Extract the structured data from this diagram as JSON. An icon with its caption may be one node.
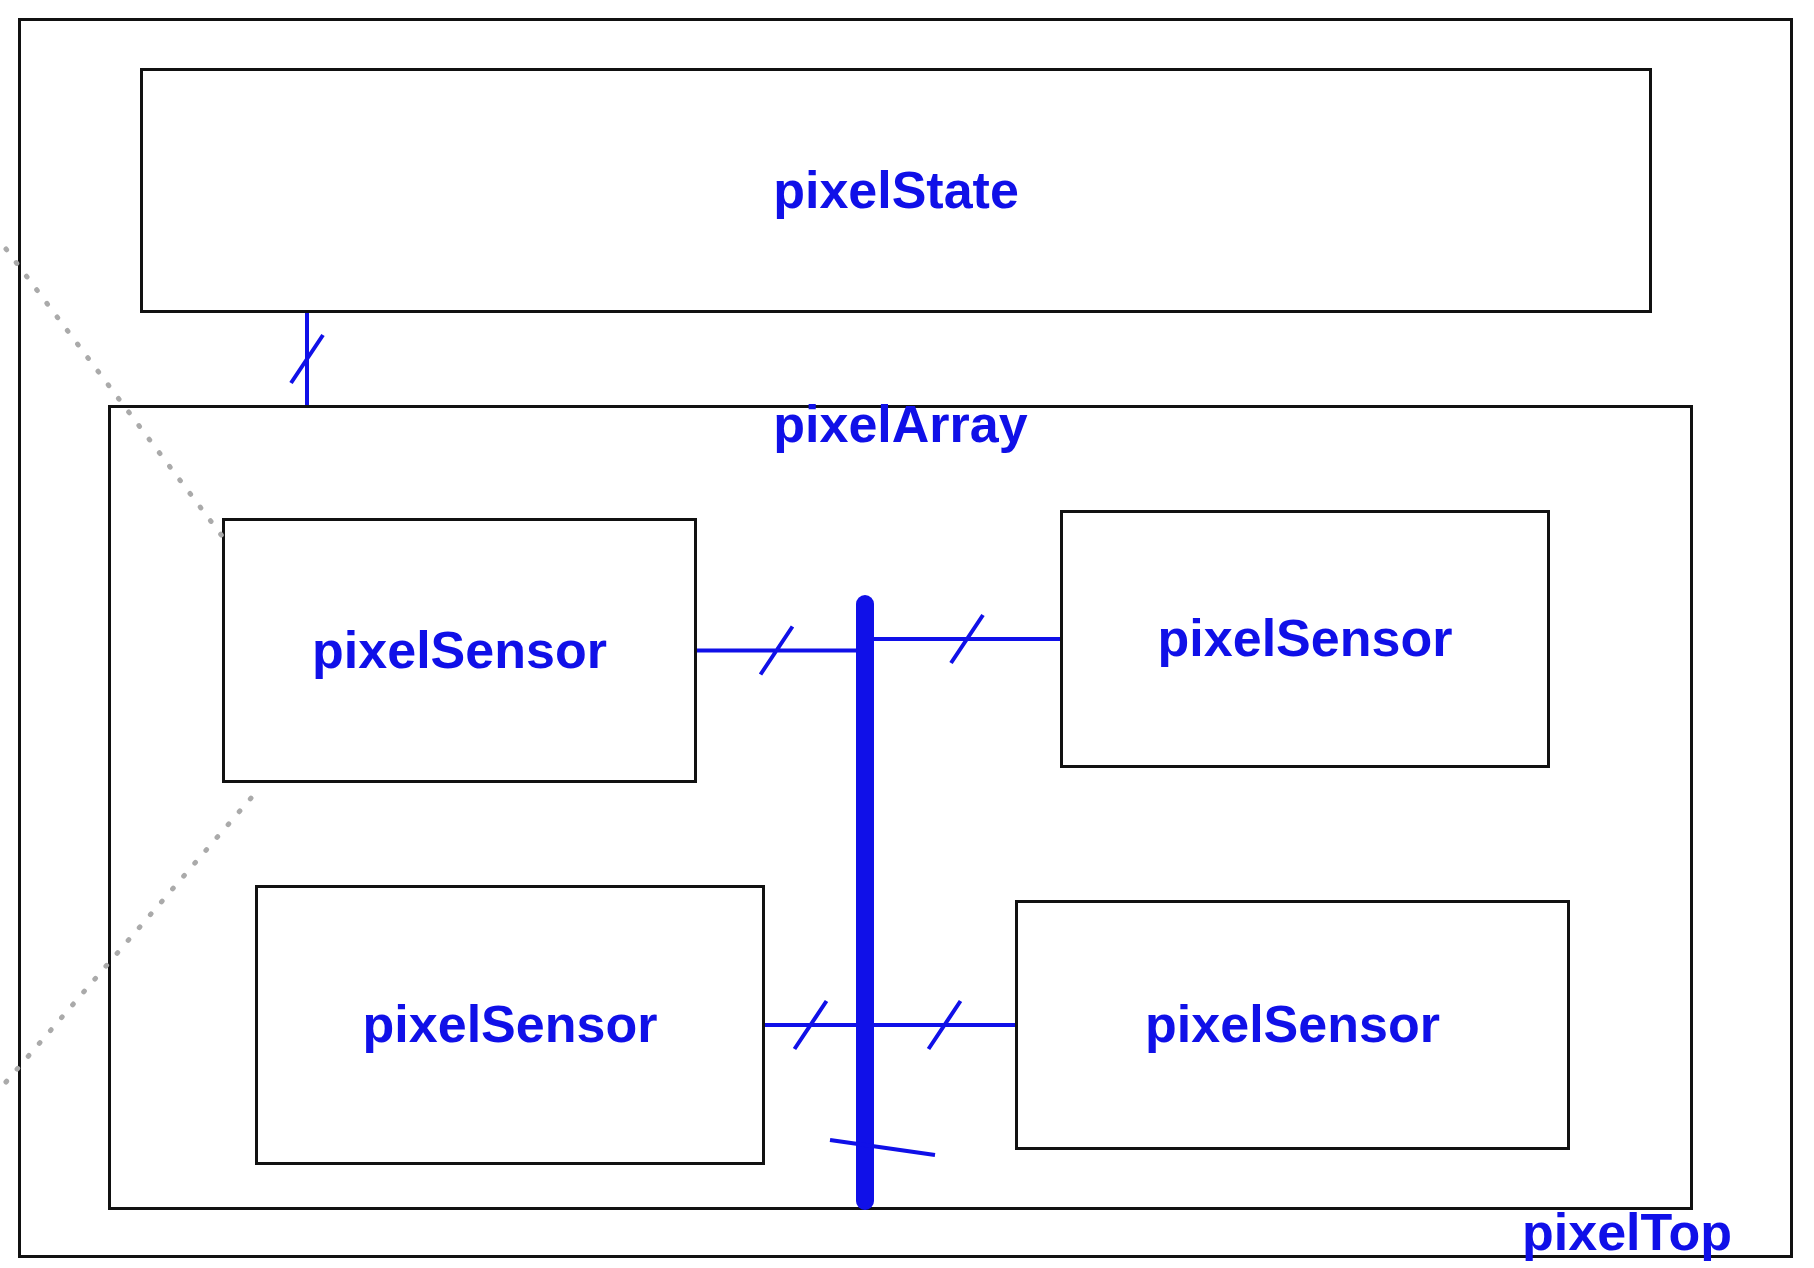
{
  "diagram": {
    "nodes": [
      {
        "text": [
          "pixelTop"
        ]
      },
      {
        "text": [
          "pixelState"
        ],
        "in": 0
      },
      {
        "text": [
          "pixelArray"
        ],
        "in": 0
      },
      {
        "text": [
          "pixelSensor"
        ],
        "in": 2
      },
      {
        "text": [
          "pixelSensor"
        ],
        "in": 2
      },
      {
        "text": [
          "pixelSensor"
        ],
        "in": 2
      },
      {
        "text": [
          "pixelSensor"
        ],
        "in": 2
      },
      {
        "text": [],
        "shape": "bar",
        "in": 2
      }
    ],
    "edges": [
      {
        "from": 1,
        "to": 2,
        "arrow": "none"
      },
      {
        "from": 3,
        "to": 7,
        "arrow": "none"
      },
      {
        "from": 4,
        "to": 7,
        "arrow": "none"
      },
      {
        "from": 5,
        "to": 7,
        "arrow": "none"
      },
      {
        "from": 6,
        "to": 7,
        "arrow": "none"
      }
    ]
  }
}
